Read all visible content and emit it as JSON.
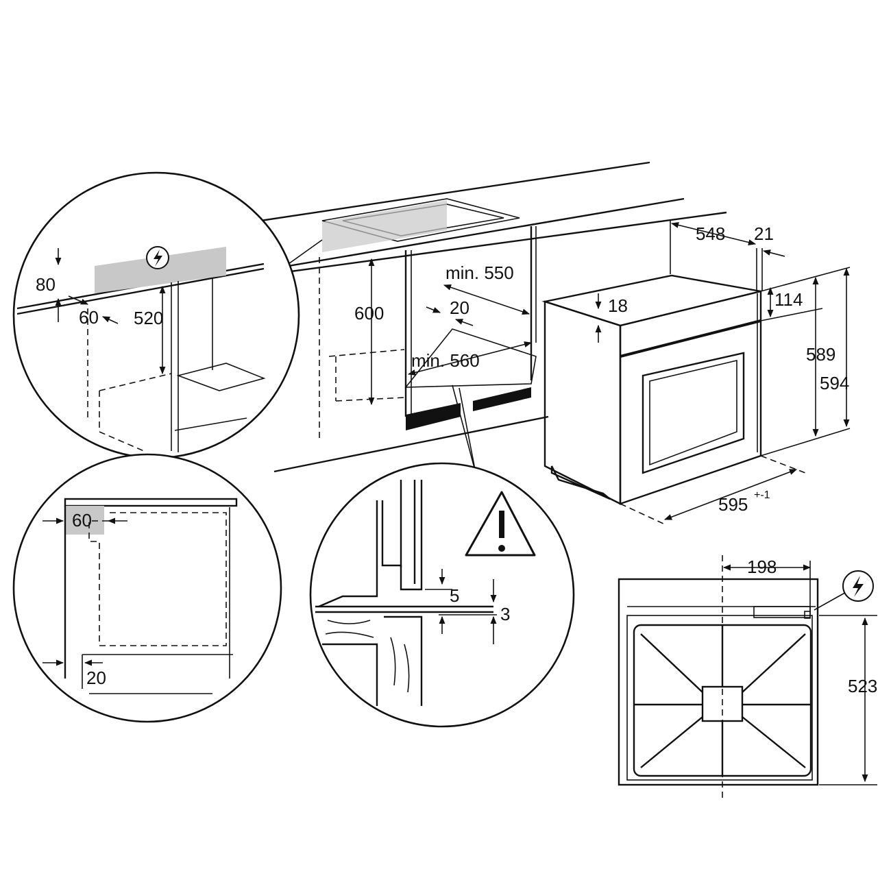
{
  "diagram": {
    "labels": {
      "cabinet_height": "600",
      "cabinet_depth": "min. 550",
      "cabinet_width": "min. 560",
      "cabinet_gap": "20",
      "oven_depth": "548",
      "oven_front_depth": "21",
      "oven_panel_height": "114",
      "oven_top_gap": "18",
      "oven_height_inner": "589",
      "oven_height_outer": "594",
      "oven_width_main": "595",
      "oven_width_tol": "+-1",
      "detail1_top": "80",
      "detail1_depth": "60",
      "detail1_height": "520",
      "detail2_back": "60",
      "detail2_front": "20",
      "detail3_gap5": "5",
      "detail3_gap3": "3",
      "top_offset": "198",
      "top_depth": "523"
    },
    "icons": [
      "electric-warning-icon",
      "caution-triangle-icon"
    ]
  }
}
